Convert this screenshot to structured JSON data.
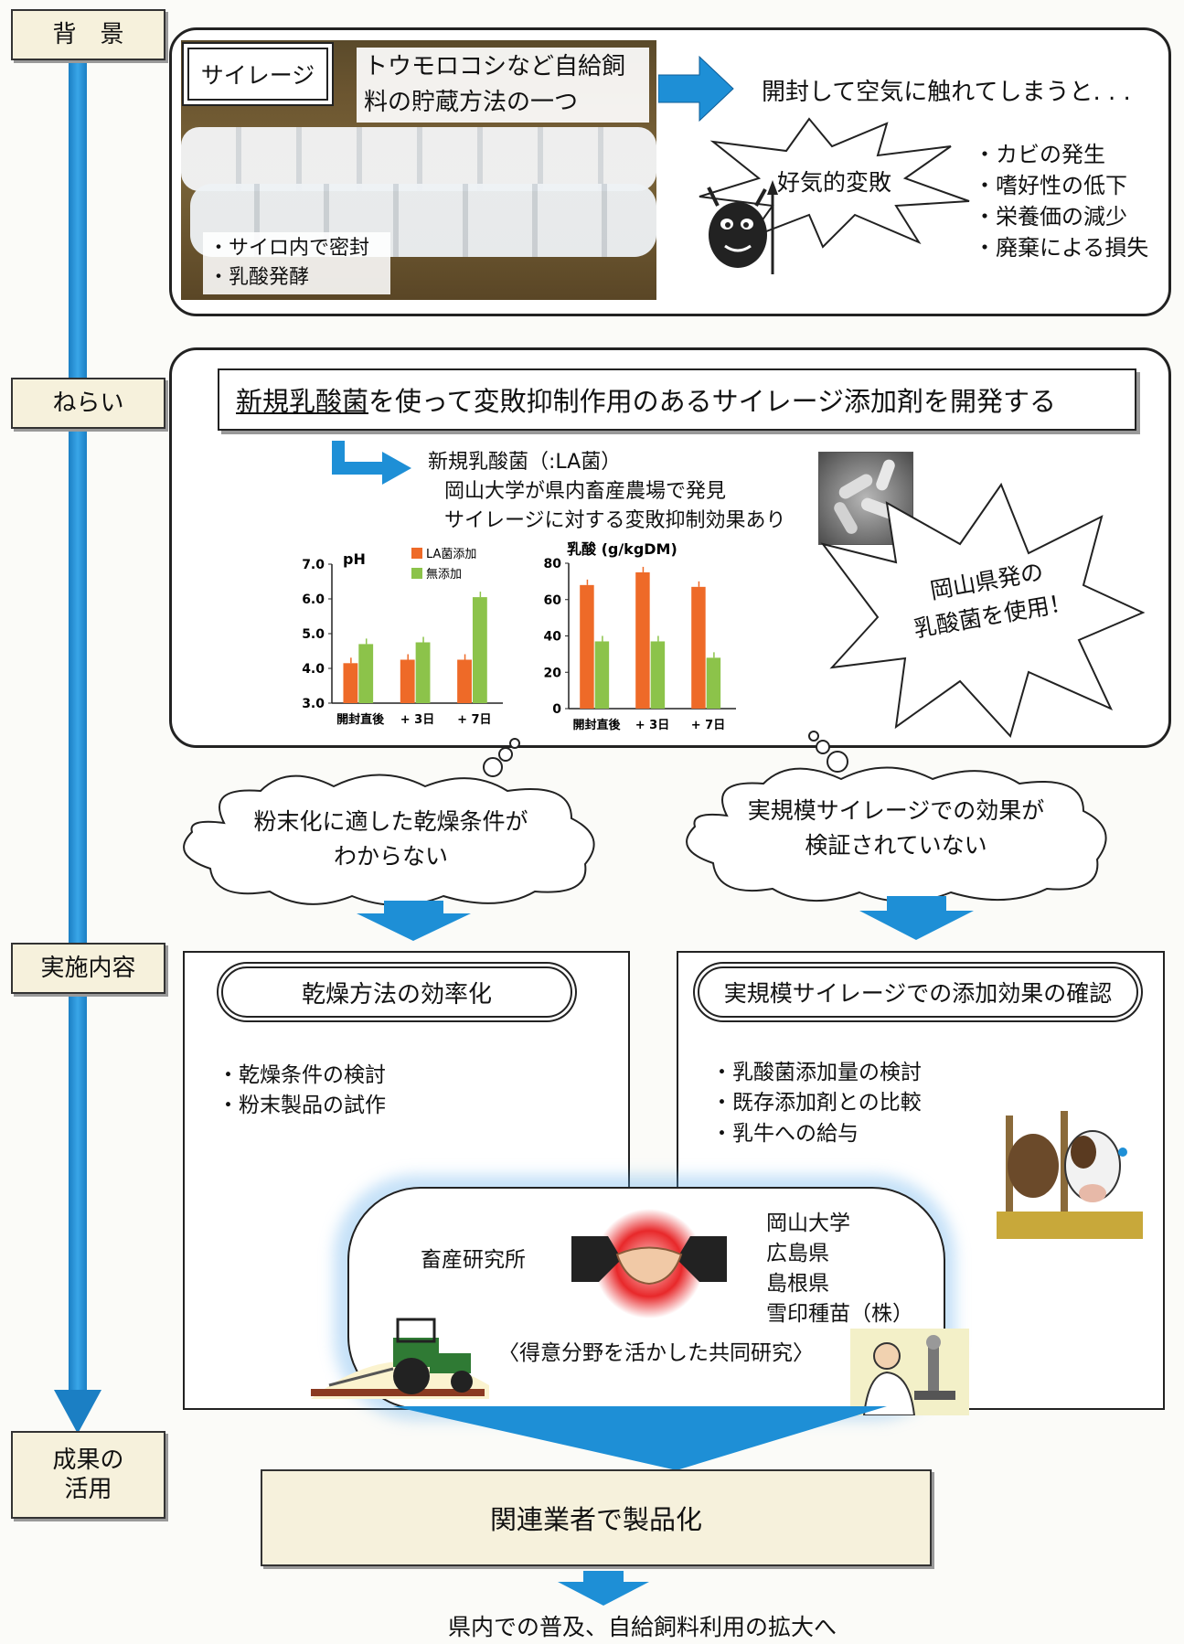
{
  "stages": {
    "background": "背　景",
    "aim": "ねらい",
    "content": "実施内容",
    "result_line1": "成果の",
    "result_line2": "活用"
  },
  "background": {
    "silage_label": "サイレージ",
    "silage_desc_line1": "トウモロコシなど自給飼",
    "silage_desc_line2": "料の貯蔵方法の一つ",
    "bullet1": "・サイロ内で密封",
    "bullet2": "・乳酸発酵",
    "open_text": "開封して空気に触れてしまうと. . .",
    "burst_text": "好気的変敗",
    "effects": [
      "・カビの発生",
      "・嗜好性の低下",
      "・栄養価の減少",
      "・廃棄による損失"
    ]
  },
  "aim": {
    "headline_underlined": "新規乳酸菌",
    "headline_rest": "を使って変敗抑制作用のあるサイレージ添加剤を開発する",
    "note_line1": "新規乳酸菌（:LA菌）",
    "note_line2": "岡山大学が県内畜産農場で発見",
    "note_line3": "サイレージに対する変敗抑制効果あり",
    "burst_line1": "岡山県発の",
    "burst_line2": "乳酸菌を使用！"
  },
  "chart_data": [
    {
      "type": "bar",
      "title": "pH",
      "categories": [
        "開封直後",
        "+ 3日",
        "+ 7日"
      ],
      "series": [
        {
          "name": "LA菌添加",
          "color": "#ee6a28",
          "values": [
            4.15,
            4.25,
            4.25
          ]
        },
        {
          "name": "無添加",
          "color": "#8cc34a",
          "values": [
            4.7,
            4.75,
            6.05
          ]
        }
      ],
      "ylim": [
        3.0,
        7.0
      ],
      "yticks": [
        "3.0",
        "4.0",
        "5.0",
        "6.0",
        "7.0"
      ]
    },
    {
      "type": "bar",
      "title": "乳酸 (g/kgDM)",
      "categories": [
        "開封直後",
        "+ 3日",
        "+ 7日"
      ],
      "series": [
        {
          "name": "LA菌添加",
          "color": "#ee6a28",
          "values": [
            68,
            75,
            67
          ]
        },
        {
          "name": "無添加",
          "color": "#8cc34a",
          "values": [
            37,
            37,
            28
          ]
        }
      ],
      "ylim": [
        0,
        80
      ],
      "yticks": [
        "0",
        "20",
        "40",
        "60",
        "80"
      ]
    }
  ],
  "clouds": {
    "left_line1": "粉末化に適した乾燥条件が",
    "left_line2": "わからない",
    "right_line1": "実規模サイレージでの効果が",
    "right_line2": "検証されていない"
  },
  "content": {
    "left_title": "乾燥方法の効率化",
    "left_items": [
      "・乾燥条件の検討",
      "・粉末製品の試作"
    ],
    "right_title": "実規模サイレージでの添加効果の確認",
    "right_items": [
      "・乳酸菌添加量の検討",
      "・既存添加剤との比較",
      "・乳牛への給与"
    ],
    "collab_left": "畜産研究所",
    "collab_right": [
      "岡山大学",
      "広島県",
      "島根県",
      "雪印種苗（株）"
    ],
    "collab_caption": "〈得意分野を活かした共同研究〉"
  },
  "result": {
    "box_text": "関連業者で製品化",
    "final_text": "県内での普及、自給飼料利用の拡大へ"
  },
  "colors": {
    "arrow_blue": "#1e8fd6",
    "stage_bg": "#f6f1dc",
    "orange": "#ee6a28",
    "green": "#8cc34a"
  }
}
